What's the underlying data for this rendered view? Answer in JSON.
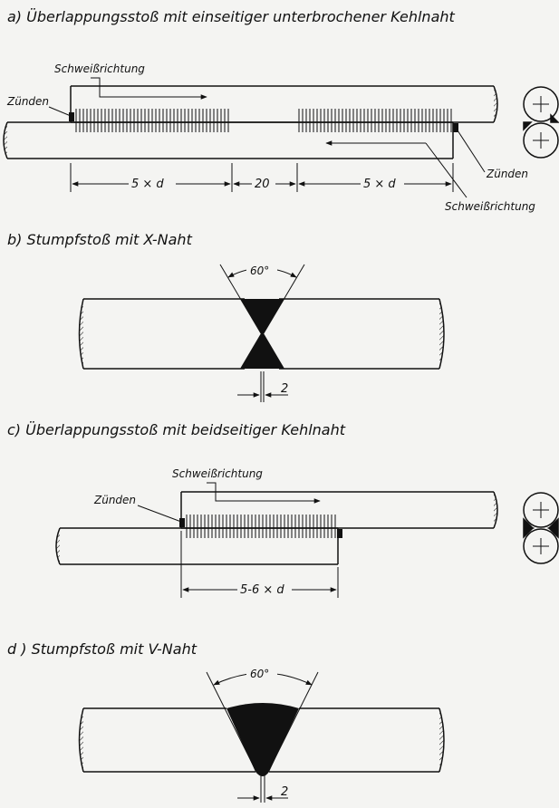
{
  "sections": {
    "a": {
      "caption": "a)  Überlappungsstoß mit einseitiger  unterbrochener  Kehlnaht",
      "weld_direction_top": "Schweißrichtung",
      "ignite_left": "Zünden",
      "ignite_right": "Zünden",
      "weld_direction_bottom": "Schweißrichtung",
      "dim_1": "5 × d",
      "dim_2": "20",
      "dim_3": "5 × d"
    },
    "b": {
      "caption": "b)  Stumpfstoß  mit  X-Naht",
      "angle": "60°",
      "gap": "2"
    },
    "c": {
      "caption": "c)  Überlappungsstoß mit beidseitiger  Kehlnaht",
      "weld_direction": "Schweißrichtung",
      "ignite": "Zünden",
      "dim": "5-6 × d"
    },
    "d": {
      "caption": "d )  Stumpfstoß  mit  V-Naht",
      "angle": "60°",
      "gap": "2"
    }
  },
  "colors": {
    "ink": "#111111",
    "paper": "#f4f4f2"
  }
}
